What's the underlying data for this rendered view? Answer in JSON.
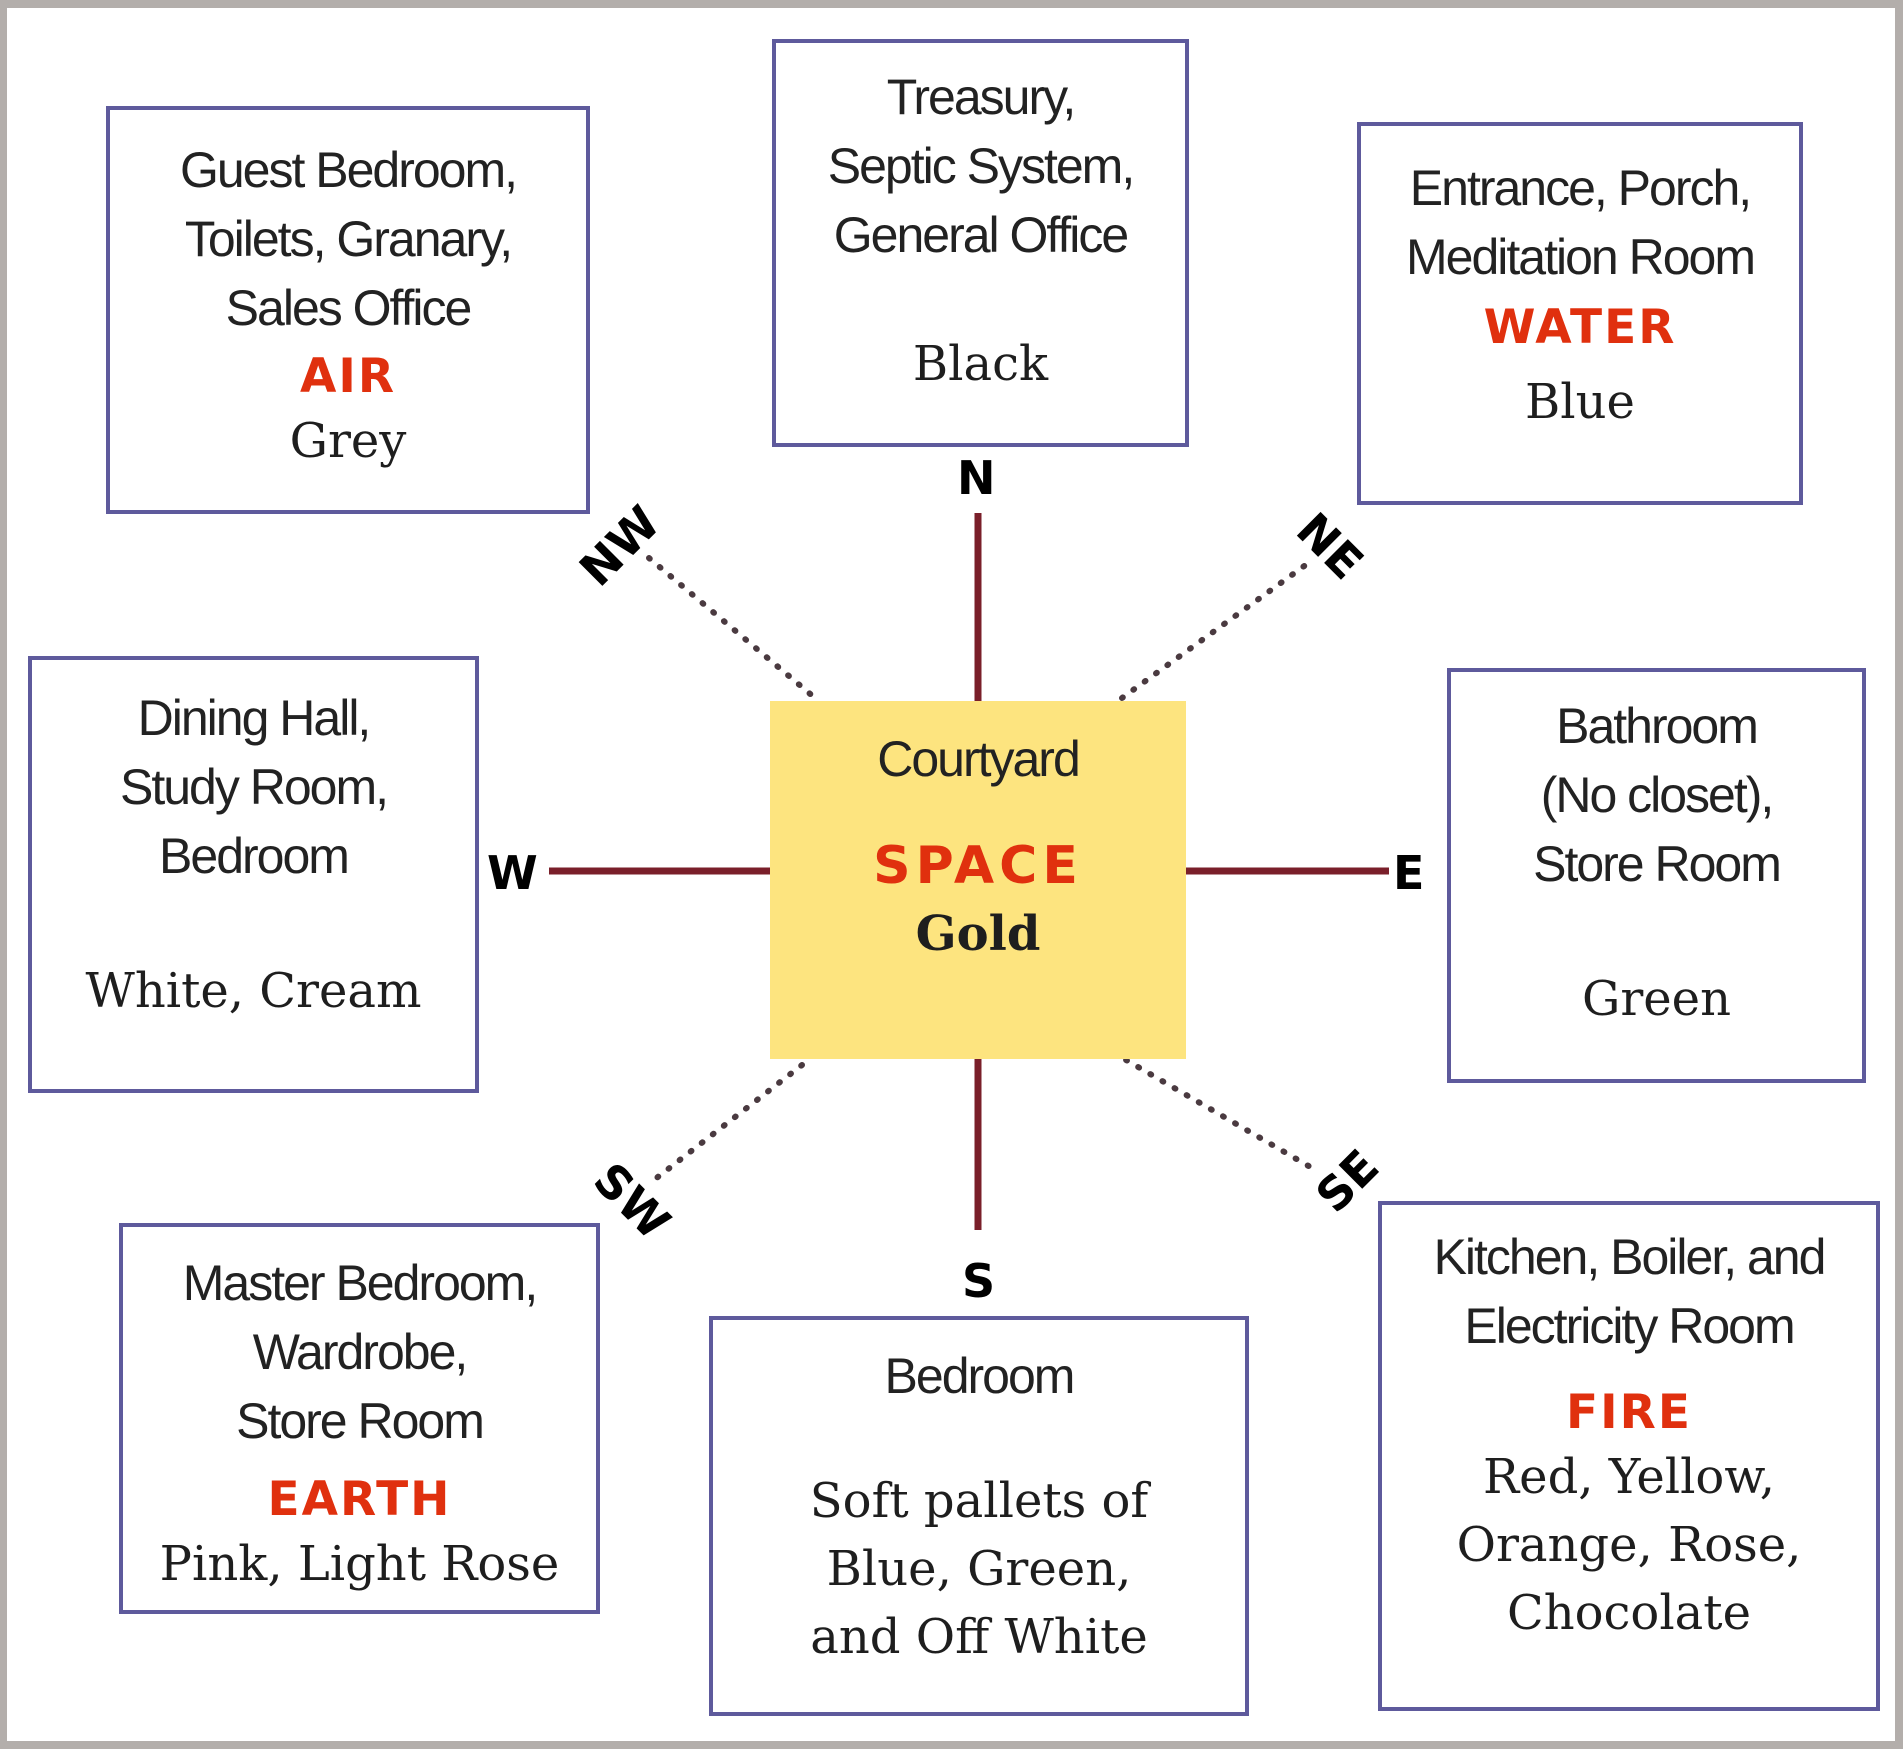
{
  "diagram": {
    "title": "Vastu direction, element and color diagram",
    "colors": {
      "frame": "#b3aeab",
      "box_border": "#5e5a9c",
      "element_text": "#e0300e",
      "center_fill": "#fde47f",
      "axis_line": "#7a1f2a",
      "diagonal_dots": "#4a3a40"
    },
    "center": {
      "rooms": "Courtyard",
      "element": "SPACE",
      "colors": "Gold"
    },
    "directions": {
      "N": "N",
      "S": "S",
      "E": "E",
      "W": "W",
      "NE": "NE",
      "NW": "NW",
      "SE": "SE",
      "SW": "SW"
    },
    "zones": {
      "north": {
        "direction": "N",
        "rooms": "Treasury,\nSeptic System,\nGeneral Office",
        "element": "",
        "colors": "Black"
      },
      "north_east": {
        "direction": "NE",
        "rooms": "Entrance, Porch,\nMeditation Room",
        "element": "WATER",
        "colors": "Blue"
      },
      "east": {
        "direction": "E",
        "rooms": "Bathroom\n(No closet),\nStore Room",
        "element": "",
        "colors": "Green"
      },
      "south_east": {
        "direction": "SE",
        "rooms": "Kitchen, Boiler, and\nElectricity Room",
        "element": "FIRE",
        "colors": "Red, Yellow,\nOrange, Rose,\nChocolate"
      },
      "south": {
        "direction": "S",
        "rooms": "Bedroom",
        "element": "",
        "colors": "Soft pallets of\nBlue, Green,\nand Off White"
      },
      "south_west": {
        "direction": "SW",
        "rooms": "Master Bedroom,\nWardrobe,\nStore Room",
        "element": "EARTH",
        "colors": "Pink, Light Rose"
      },
      "west": {
        "direction": "W",
        "rooms": "Dining Hall,\nStudy Room,\nBedroom",
        "element": "",
        "colors": "White, Cream"
      },
      "north_west": {
        "direction": "NW",
        "rooms": "Guest Bedroom,\nToilets, Granary,\nSales Office",
        "element": "AIR",
        "colors": "Grey"
      }
    }
  }
}
